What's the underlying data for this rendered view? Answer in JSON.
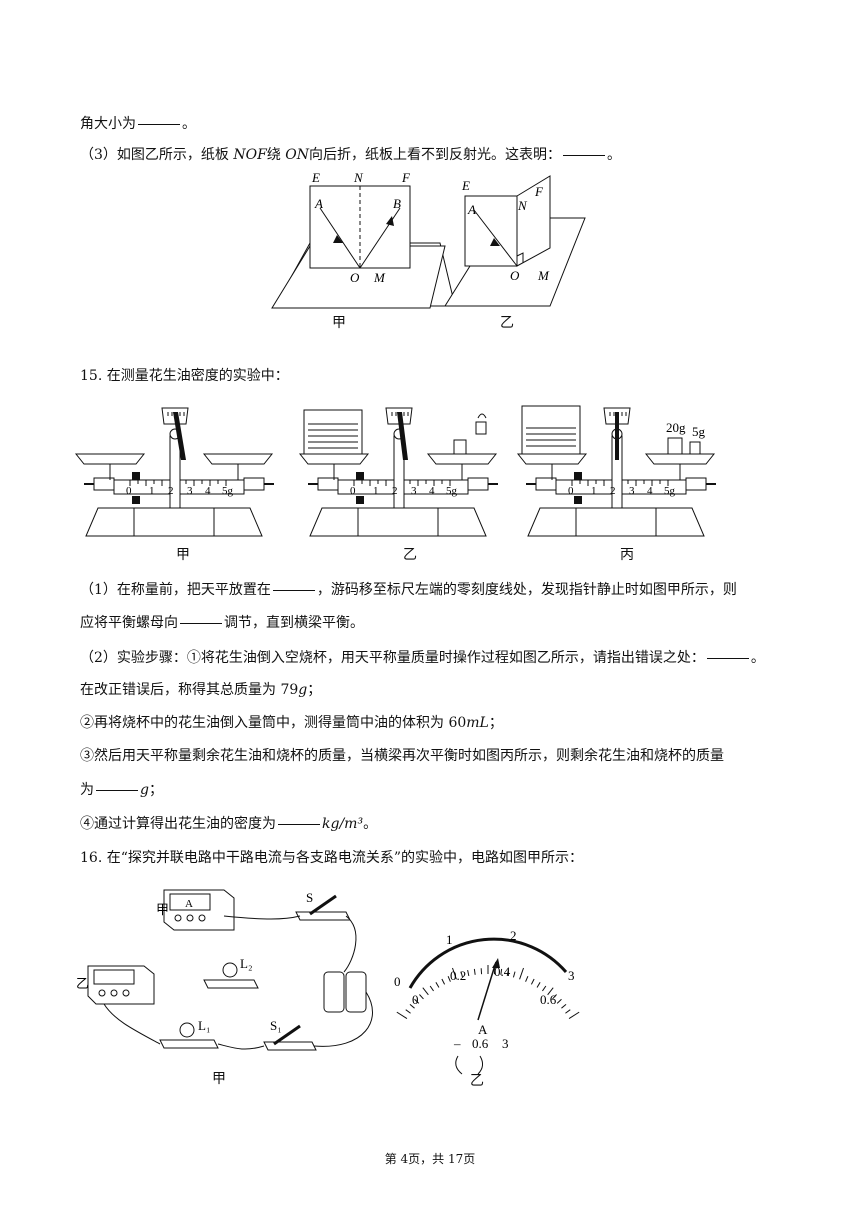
{
  "lines": {
    "l1": "角大小为",
    "l1b": "。",
    "l2a": "（3）如图乙所示，纸板",
    "l2nof": "NOF",
    "l2b": "绕",
    "l2on": "ON",
    "l2c": "向后折，纸板上看不到反射光。这表明：",
    "l2d": "。",
    "q15": "15. 在测量花生油密度的实验中：",
    "q15_1a": "（1）在称量前，把天平放置在",
    "q15_1b": "，游码移至标尺左端的零刻度线处，发现指针静止时如图甲所示，则",
    "q15_1c": "应将平衡螺母向",
    "q15_1d": "调节，直到横梁平衡。",
    "q15_2a": "（2）实验步骤：①将花生油倒入空烧杯，用天平称量质量时操作过程如图乙所示，请指出错误之处：",
    "q15_2b": "。",
    "q15_3a": "在改正错误后，称得其总质量为 79",
    "q15_3u": "g",
    "q15_3b": "；",
    "q15_4a": "②再将烧杯中的花生油倒入量筒中，测得量筒中油的体积为 60",
    "q15_4u": "mL",
    "q15_4b": "；",
    "q15_5": "③然后用天平称量剩余花生油和烧杯的质量，当横梁再次平衡时如图丙所示，则剩余花生油和烧杯的质量",
    "q15_6a": "为",
    "q15_6u": "g",
    "q15_6b": "；",
    "q15_7a": "④通过计算得出花生油的密度为",
    "q15_7u": "kg/m³",
    "q15_7b": "。",
    "q16": "16. 在“探究并联电路中干路电流与各支路电流关系”的实验中，电路如图甲所示："
  },
  "fig14": {
    "cap_jia": "甲",
    "cap_yi": "乙",
    "E": "E",
    "N": "N",
    "F": "F",
    "A": "A",
    "B": "B",
    "O": "O",
    "M": "M"
  },
  "fig15": {
    "cap_jia": "甲",
    "cap_yi": "乙",
    "cap_bing": "丙",
    "w20": "20g",
    "w5": "5g",
    "scale": [
      "0",
      "1",
      "2",
      "3",
      "4",
      "5g"
    ]
  },
  "fig16": {
    "cap_jia": "甲",
    "cap_yi": "乙",
    "jia_label": "甲",
    "yi_label": "乙",
    "S": "S",
    "S1": "S₁",
    "L1": "L₁",
    "L2": "L₂",
    "A": "A",
    "meter_top": [
      "0",
      "1",
      "2",
      "3"
    ],
    "meter_bottom": [
      "0",
      "0.2",
      "0.4",
      "0.6"
    ],
    "terminals": [
      "–",
      "0.6",
      "3"
    ],
    "meter_pointer_reading": 0.46
  },
  "footer": "第 4页，共 17页"
}
